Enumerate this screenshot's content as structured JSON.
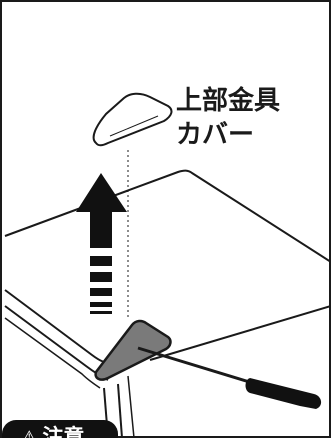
{
  "part_label": {
    "line1": "上部金具",
    "line2": "カバー"
  },
  "caution": {
    "icon": "warning-triangle-icon",
    "text": "注意"
  },
  "colors": {
    "outline": "#1a1a1a",
    "arrow": "#111111",
    "cover_on_tool": "#7a7a7a"
  }
}
